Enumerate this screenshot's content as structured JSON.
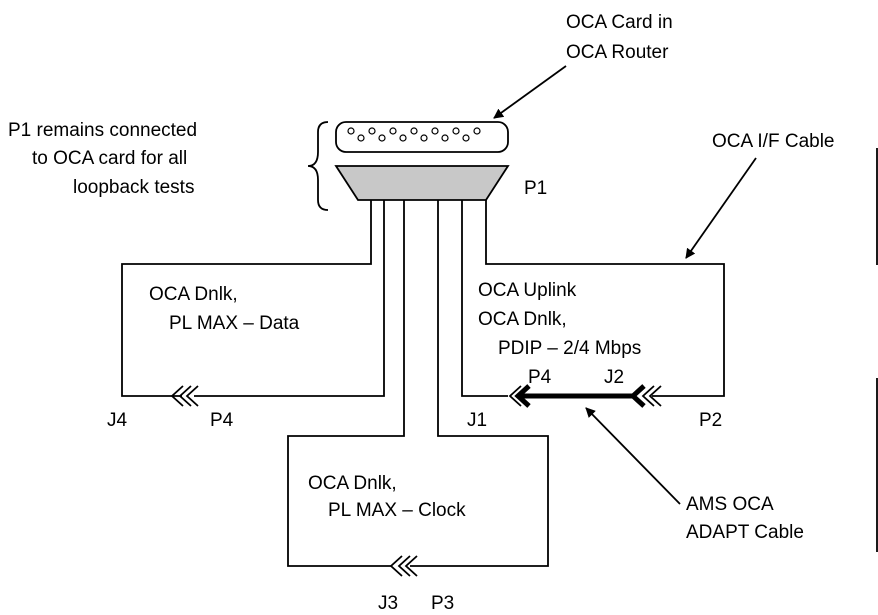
{
  "labels": {
    "oca_card_line1": "OCA Card in",
    "oca_card_line2": "OCA Router",
    "p1_note_line1": "P1 remains connected",
    "p1_note_line2": "to OCA card for all",
    "p1_note_line3": "loopback tests",
    "p1": "P1",
    "if_cable": "OCA I/F Cable",
    "box_left_line1": "OCA Dnlk,",
    "box_left_line2": "PL MAX – Data",
    "box_right_line1": "OCA Uplink",
    "box_right_line2": "OCA Dnlk,",
    "box_right_line3": "PDIP – 2/4 Mbps",
    "box_bottom_line1": "OCA Dnlk,",
    "box_bottom_line2": "PL MAX – Clock",
    "j4": "J4",
    "p4_left": "P4",
    "j1": "J1",
    "p4_adapt": "P4",
    "j2": "J2",
    "p2": "P2",
    "j3": "J3",
    "p3": "P3",
    "adapt_line1": "AMS OCA",
    "adapt_line2": "ADAPT Cable"
  }
}
